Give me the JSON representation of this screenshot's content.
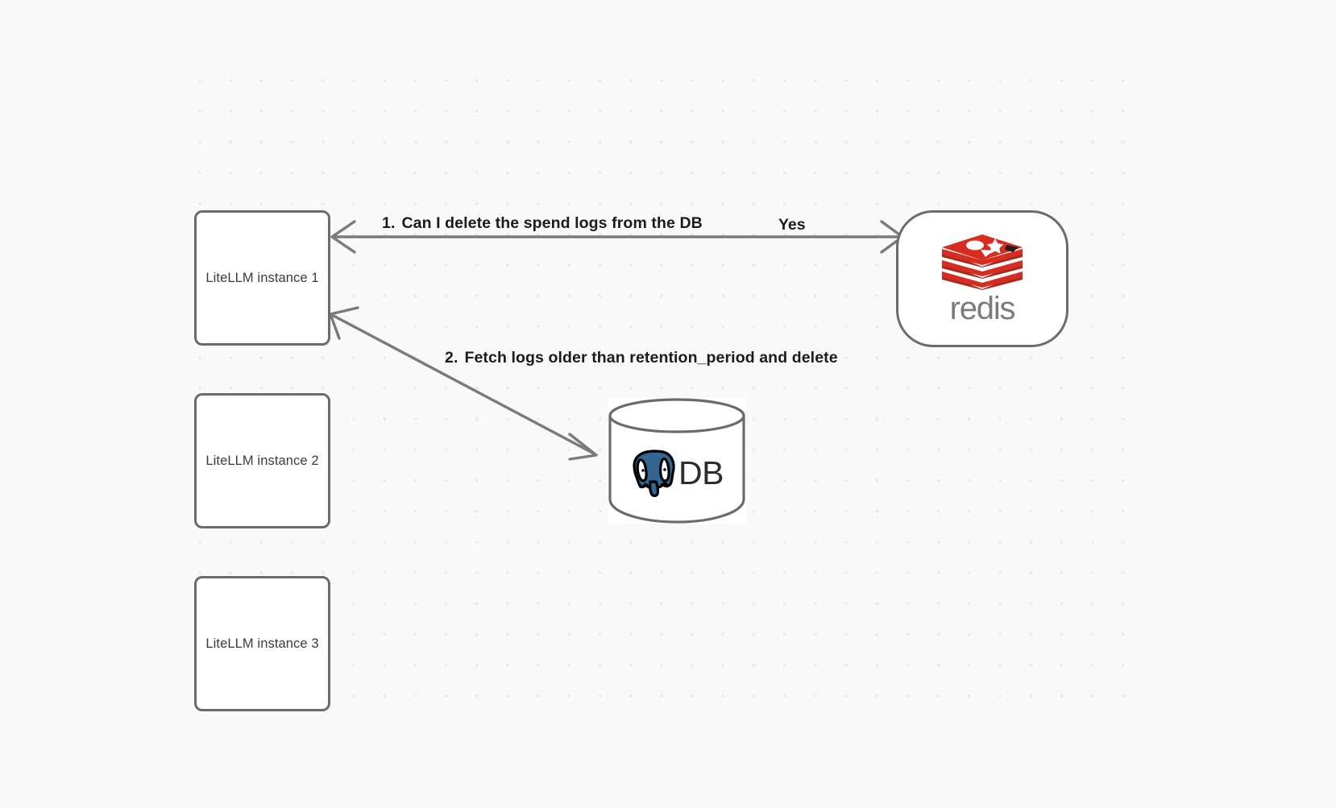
{
  "canvas": {
    "background_color": "#f9f9f9",
    "grid": "dot-grid",
    "grid_dot_color": "#e7e7e7"
  },
  "nodes": [
    {
      "id": "llm-1",
      "type": "rounded-rect",
      "label": "LiteLLM instance 1"
    },
    {
      "id": "llm-2",
      "type": "rounded-rect",
      "label": "LiteLLM instance 2"
    },
    {
      "id": "llm-3",
      "type": "rounded-rect",
      "label": "LiteLLM instance 3"
    },
    {
      "id": "redis",
      "type": "rounded-rect",
      "label": "redis",
      "logo": "redis-logo-icon",
      "logo_color": "#d82c20",
      "wordmark_color": "#7b7b7b"
    },
    {
      "id": "db",
      "type": "cylinder",
      "label": "DB",
      "logo": "postgresql-elephant-icon",
      "logo_color": "#336791"
    }
  ],
  "edges": [
    {
      "id": "edge-1",
      "from": "redis",
      "to": "llm-1",
      "direction": "bidirectional",
      "number": "1.",
      "label": "Can I delete the spend logs from the DB",
      "reply_label": "Yes"
    },
    {
      "id": "edge-2",
      "from": "llm-1",
      "to": "db",
      "direction": "bidirectional",
      "number": "2.",
      "label": "Fetch logs older than retention_period and delete"
    }
  ],
  "stroke": {
    "node_border": "#6b6b6b",
    "edge_line": "#7a7a7a",
    "node_fill": "#ffffff",
    "node_text": "#3b3b3b",
    "label_text": "#1b1b1b"
  }
}
